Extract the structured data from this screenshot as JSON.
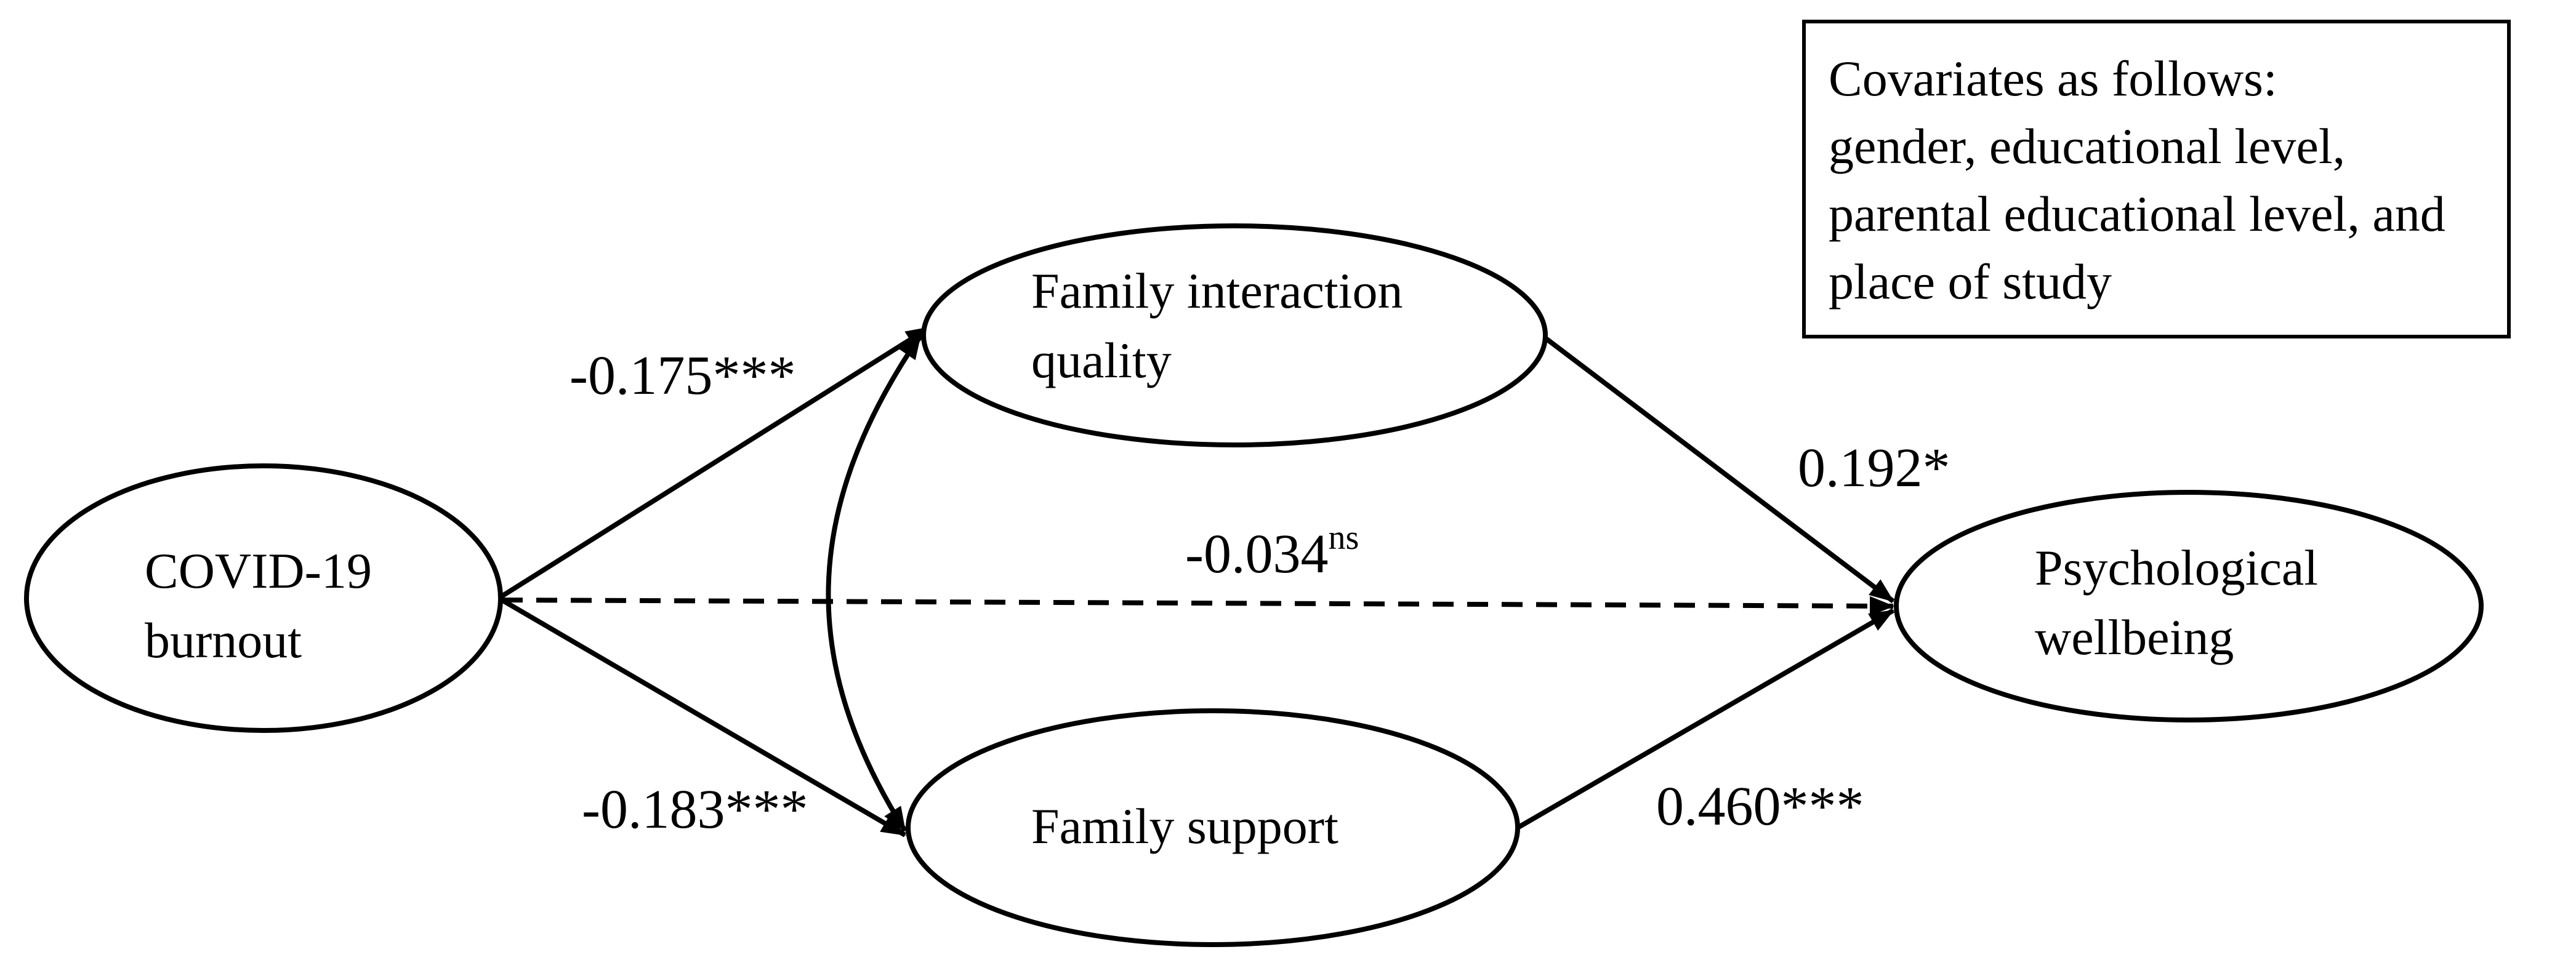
{
  "nodes": {
    "covid_burnout": {
      "line1": "COVID-19",
      "line2": "burnout"
    },
    "family_interaction": {
      "line1": "Family interaction",
      "line2": "quality"
    },
    "family_support": {
      "label": "Family support"
    },
    "psych_wellbeing": {
      "line1": "Psychological",
      "line2": "wellbeing"
    }
  },
  "paths": {
    "burnout_to_interaction": "-0.175***",
    "burnout_to_support": "-0.183***",
    "burnout_to_wellbeing": {
      "value": "-0.034",
      "sup": "ns",
      "style": "dashed"
    },
    "interaction_to_wellbeing": "0.192*",
    "support_to_wellbeing": "0.460***"
  },
  "covariates": {
    "line1": "Covariates as follows:",
    "line2": "gender, educational level,",
    "line3": "parental educational level, and",
    "line4": "place of study"
  },
  "colors": {
    "stroke": "#000000",
    "background": "#ffffff"
  }
}
